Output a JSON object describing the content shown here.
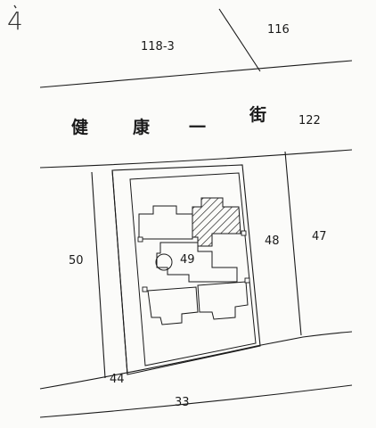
{
  "page_number": "4",
  "street": {
    "char1": "健",
    "char2": "康",
    "char3": "一",
    "char4": "街"
  },
  "parcels": {
    "p118_3": "118-3",
    "p116": "116",
    "p122": "122",
    "p50": "50",
    "p49": "49",
    "p48": "48",
    "p47": "47",
    "p44": "44",
    "p33": "33"
  },
  "colors": {
    "ink": "#1a1a1a",
    "paper": "#fbfbf9",
    "hatch": "#222222"
  }
}
